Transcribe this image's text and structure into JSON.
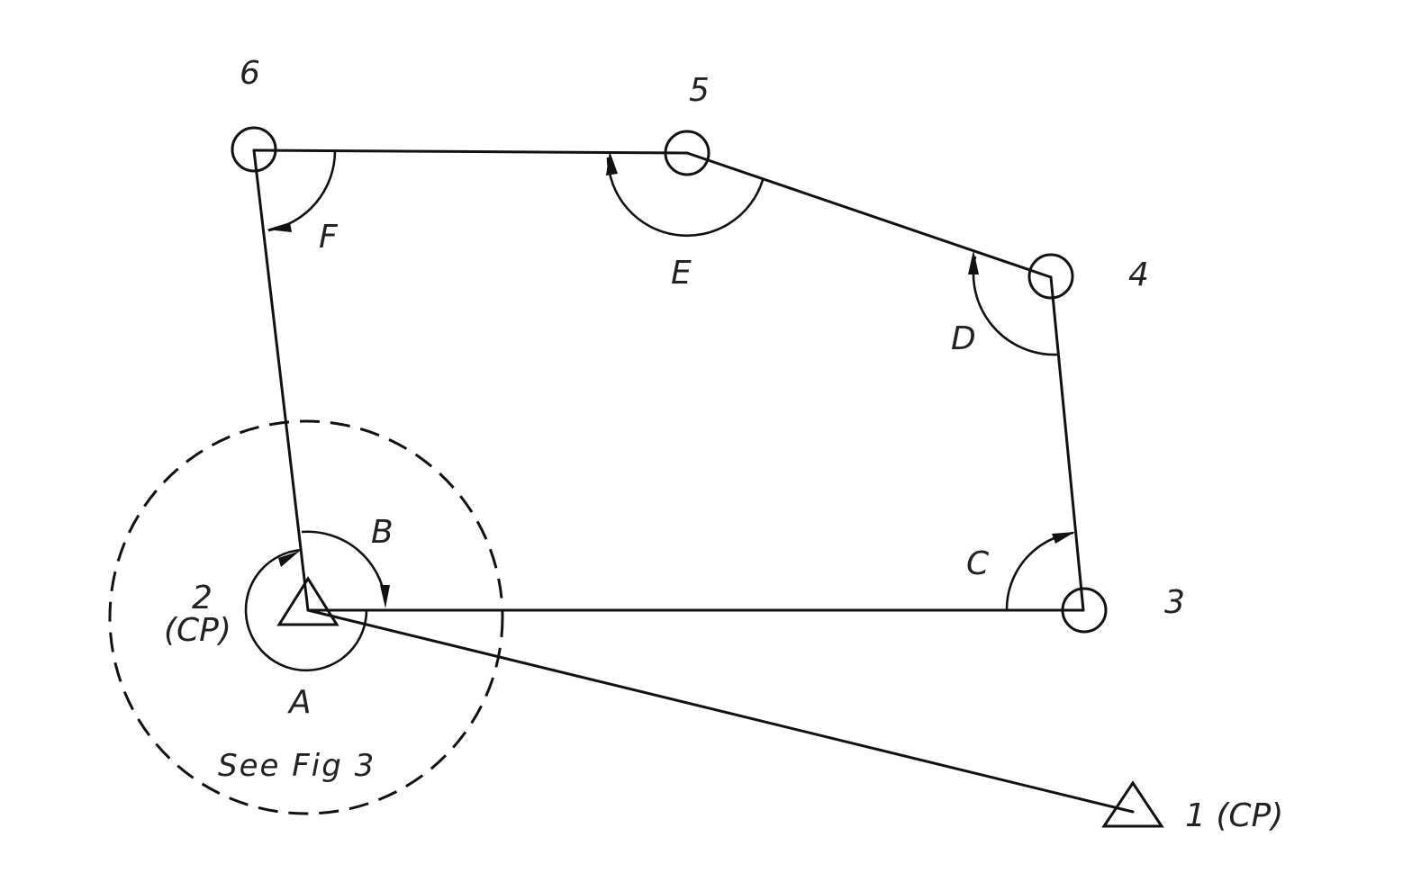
{
  "stations": {
    "s1": "1 (CP)",
    "s2_num": "2",
    "s2_cp": "(CP)",
    "s3": "3",
    "s4": "4",
    "s5": "5",
    "s6": "6"
  },
  "angles": {
    "A": "A",
    "B": "B",
    "C": "C",
    "D": "D",
    "E": "E",
    "F": "F"
  },
  "detail_callout": "See Fig 3"
}
